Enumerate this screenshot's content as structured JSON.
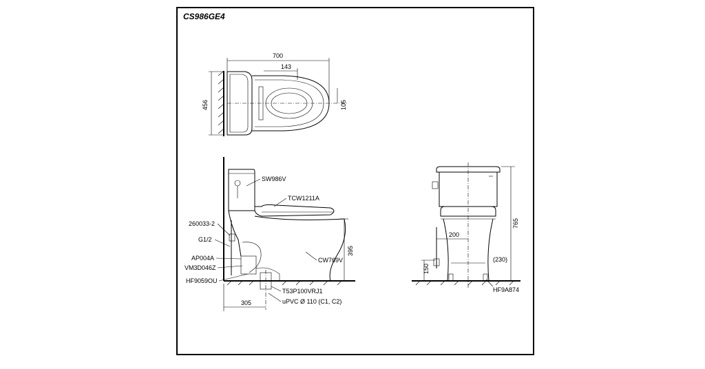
{
  "title": "CS986GE4",
  "top_view": {
    "dim_width": "700",
    "dim_143": "143",
    "dim_depth": "456",
    "dim_105": "105"
  },
  "side_view": {
    "parts": {
      "tank_fitting": "SW986V",
      "seat": "TCW1211A",
      "supply_valve": "260033-2",
      "thread": "G1/2",
      "connector": "AP004A",
      "ring": "VM3D046Z",
      "flange": "HF9059OU",
      "bowl": "CW769V",
      "outlet": "T53P100VRJ1",
      "pipe": "uPVC Ø 110 (C1, C2)"
    },
    "dim_height": "395",
    "dim_offset": "305"
  },
  "front_view": {
    "dim_200": "200",
    "dim_height": "765",
    "dim_150": "150",
    "dim_230": "(230)",
    "part": "HF9A874"
  }
}
